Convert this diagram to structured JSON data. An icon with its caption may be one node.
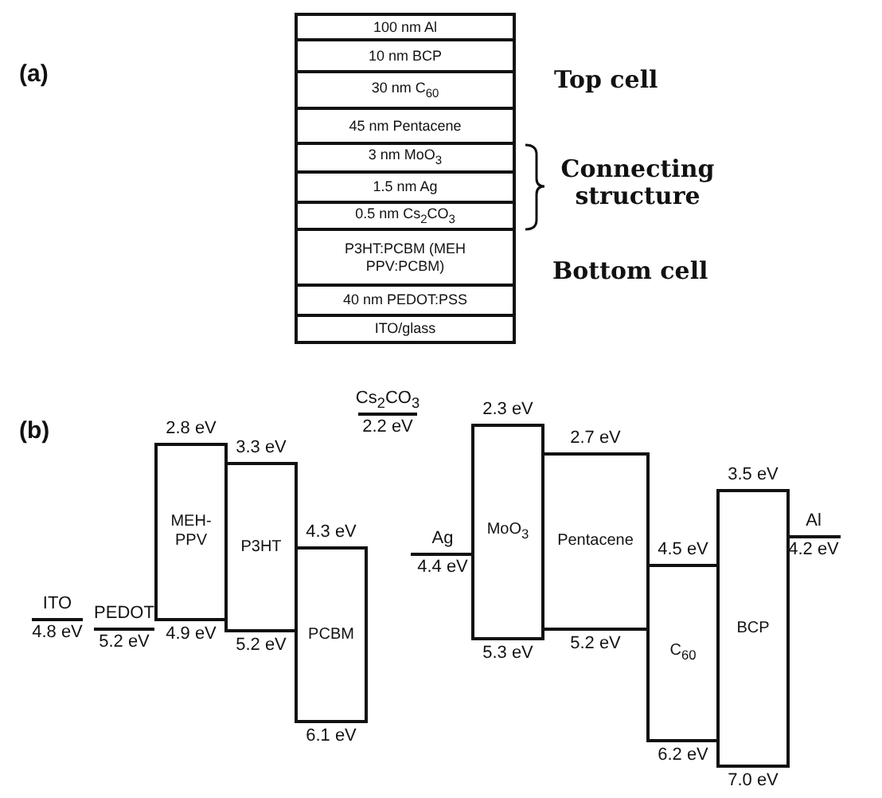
{
  "diagram": {
    "nodes": [
      {
        "text": [
          "100 nm Al"
        ]
      },
      {
        "text": [
          "10 nm BCP"
        ]
      },
      {
        "text": [
          "30 nm C$_{60}$"
        ]
      },
      {
        "text": [
          "45 nm Pentacene"
        ]
      },
      {
        "text": [
          "3 nm MoO$_{3}$"
        ]
      },
      {
        "text": [
          "1.5 nm Ag"
        ]
      },
      {
        "text": [
          "0.5 nm Cs$_{2}$CO$_{3}$"
        ]
      },
      {
        "text": [
          "P3HT:PCBM (MEH PPV:PCBM)"
        ]
      },
      {
        "text": [
          "40 nm PEDOT:PSS"
        ]
      },
      {
        "text": [
          "ITO/glass"
        ]
      },
      {
        "text": [
          "ITO"
        ],
        "beside": [
          "4.8 eV"
        ]
      },
      {
        "text": [
          "PEDOT"
        ],
        "beside": [
          "5.2 eV"
        ]
      },
      {
        "text": [
          "MEH- PPV"
        ],
        "beside": [
          "2.8 eV",
          "4.9 eV"
        ]
      },
      {
        "text": [
          "P3HT"
        ],
        "beside": [
          "3.3 eV",
          "5.2 eV"
        ]
      },
      {
        "text": [
          "PCBM"
        ],
        "beside": [
          "4.3 eV",
          "6.1 eV"
        ]
      },
      {
        "text": [
          "Cs$_{2}$CO$_{3}$"
        ],
        "beside": [
          "2.2 eV"
        ]
      },
      {
        "text": [
          "Ag"
        ],
        "beside": [
          "4.4 eV"
        ]
      },
      {
        "text": [
          "MoO$_{3}$"
        ],
        "beside": [
          "2.3 eV",
          "5.3 eV"
        ]
      },
      {
        "text": [
          "Pentacene"
        ],
        "beside": [
          "2.7 eV",
          "5.2 eV"
        ]
      },
      {
        "text": [
          "C$_{60}$"
        ],
        "beside": [
          "4.5 eV",
          "6.2 eV"
        ]
      },
      {
        "text": [
          "BCP"
        ],
        "beside": [
          "3.5 eV",
          "7.0 eV"
        ]
      },
      {
        "text": [
          "Al"
        ],
        "beside": [
          "4.2 eV"
        ]
      }
    ],
    "edges": [],
    "labels": [
      "(a)",
      "Top cell",
      "Connecting structure",
      "Bottom cell",
      "(b)"
    ]
  }
}
